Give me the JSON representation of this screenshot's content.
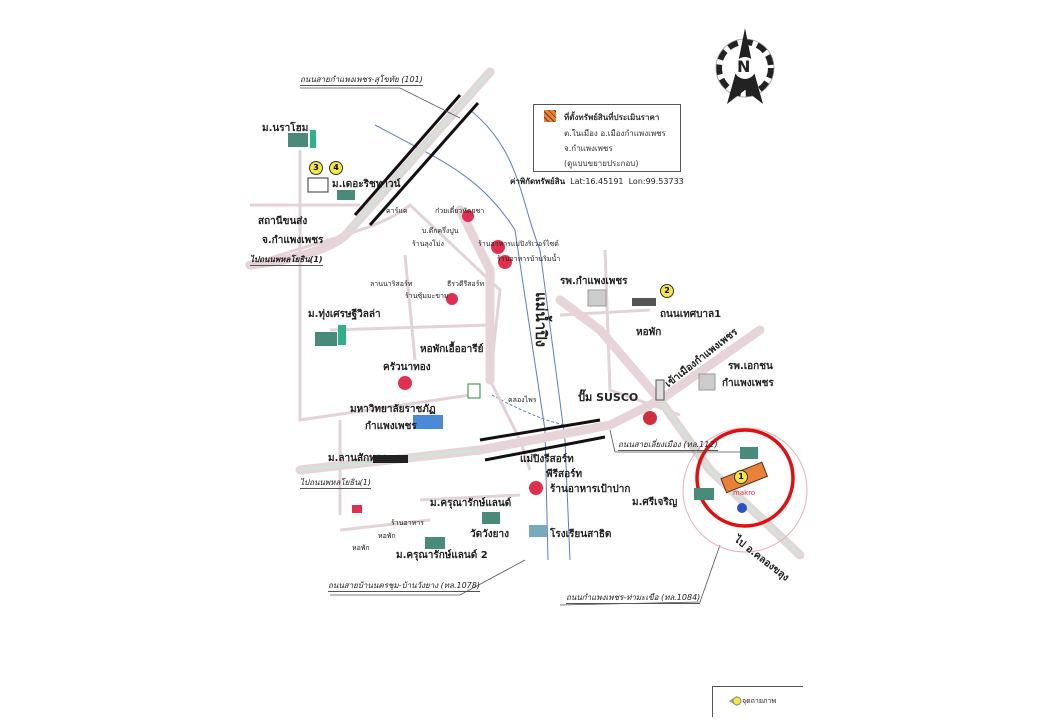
{
  "legend": {
    "line1": "ที่ตั้งทรัพย์สินที่ประเมินราคา",
    "line2": "ต.ในเมือง อ.เมืองกำแพงเพชร",
    "line3": "จ.กำแพงเพชร",
    "line4": "(ดูแบบขยายประกอบ)"
  },
  "coordinates": {
    "label": "ค่าพิกัดทรัพย์สิน",
    "lat": "Lat:16.45191",
    "lon": "Lon:99.53733"
  },
  "compass": "N",
  "roads": {
    "r101": "ถนนสายกำแพงเพชร-สุโขทัย (101)",
    "r112": "ถนนสายเลี่ยงเมือง (ทล.112)",
    "r1078": "ถนนสายบ้านนครชุม-บ้านวังยาง (ทล.1078)",
    "r1084": "ถนนกำแพงเพชร-ท่ามะเขือ (ทล.1084)",
    "to_phahon_1": "ไปถนนพหลโยธิน(1)",
    "to_phahon_2": "ไปถนนพหลโยธิน(1)",
    "tessaban1": "ถนนเทศบาล1",
    "into_city": "เข้าเมืองกำแพงเพชร",
    "to_khlong_khlung": "ไป อ.คลองขลุง"
  },
  "markers": [
    "1",
    "2",
    "3",
    "4"
  ],
  "places": {
    "nara_home": "ม.นราโฮม",
    "rich_town": "ม.เดอะริชทาวน์",
    "bus_station": "สถานีขนส่ง",
    "bus_station_prov": "จ.กำแพงเพชร",
    "car_care": "คาร์แค",
    "noodle": "ก๋วยเตี๋ยวหัดยชา",
    "tuek_khrueng_pun": "บ.ตึกครึ่งปูน",
    "lung_mong": "ร้านลุงโม่ง",
    "maeping_riverside": "ร้านอาหารแม่ปิงริเวอร์ไซด์",
    "ban_rim_nam": "ร้านอาหารบ้านริมน้ำ",
    "hospital": "รพ.กำแพงเพชร",
    "dorm_1": "หอพัก",
    "lanna_resort": "ลานนาริสอร์ท",
    "teerawadee_resort": "ธีรวดีรีสอร์ท",
    "sum_makham": "ร้านซุ้มมะขาม",
    "ping_river": "แม่น้ำปิง",
    "thung_setthi": "ม.ทุ่งเศรษฐีวิลล่า",
    "uea_aree": "หอพักเอื้ออารีย์",
    "krua_na_thong": "ครัวนาทอง",
    "khlong_phrai": "คลองไพร",
    "susco": "ปั๊ม SUSCO",
    "private_hospital": "รพ.เอกชน",
    "private_hospital_2": "กำแพงเพชร",
    "rajabhat": "มหาวิทยาลัยราชภัฏ",
    "rajabhat_2": "กำแพงเพชร",
    "lan_sak_thong": "ม.ลานสักทอง",
    "maeping_resort": "แม่ปิงรีสอร์ท",
    "p_resort": "พีรีสอร์ท",
    "pao_pak": "ร้านอาหารเป้าปาก",
    "karuna_land": "ม.ครุณารักษ์แลนด์",
    "karuna_land_2": "ม.ครุณารักษ์แลนด์ 2",
    "sri_charoen": "ม.ศรีเจริญ",
    "makro": "makro",
    "restaurant_small": "ร้านอาหาร",
    "dorm_2": "หอพัก",
    "dorm_3": "หอพัก",
    "wat_wang_yang": "วัดวังยาง",
    "satit_school": "โรงเรียนสาธิต"
  },
  "photo_point": "จุดถ่ายภาพ",
  "colors": {
    "highlight": "#e01010",
    "road": "#e8d4d8",
    "road_green": "#cfe6d6",
    "river": "#5a7fc8",
    "site": "#e8813a"
  }
}
